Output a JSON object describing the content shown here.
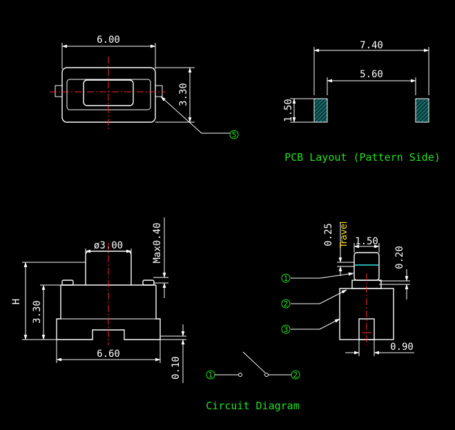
{
  "colors": {
    "background": "#000000",
    "outline": "#ffffff",
    "center_line": "#ff2a2a",
    "annotation": "#22e022",
    "travel_label": "#ffe21a",
    "pad_hatch": "#2ab0b0"
  },
  "top_view": {
    "width_dim": "6.00",
    "height_dim": "3.30",
    "callout_5": "5"
  },
  "pcb_layout": {
    "overall_dim": "7.40",
    "inner_dim": "5.60",
    "pad_dim": "1.50",
    "caption": "PCB Layout (Pattern Side)"
  },
  "side_view": {
    "button_dia": "ø3.00",
    "max_dim": "Max0.40",
    "height_label": "H",
    "body_height": "3.30",
    "base_width": "6.60",
    "bottom_dim": "0.10"
  },
  "end_view": {
    "travel_dim": "0.25",
    "travel_label": "Travel",
    "top_width": "1.50",
    "cap_dim": "0.20",
    "pin_width": "0.90",
    "callout_1": "1",
    "callout_2": "2",
    "callout_3": "3"
  },
  "circuit": {
    "terminal_1": "1",
    "terminal_2": "2",
    "caption": "Circuit Diagram"
  }
}
